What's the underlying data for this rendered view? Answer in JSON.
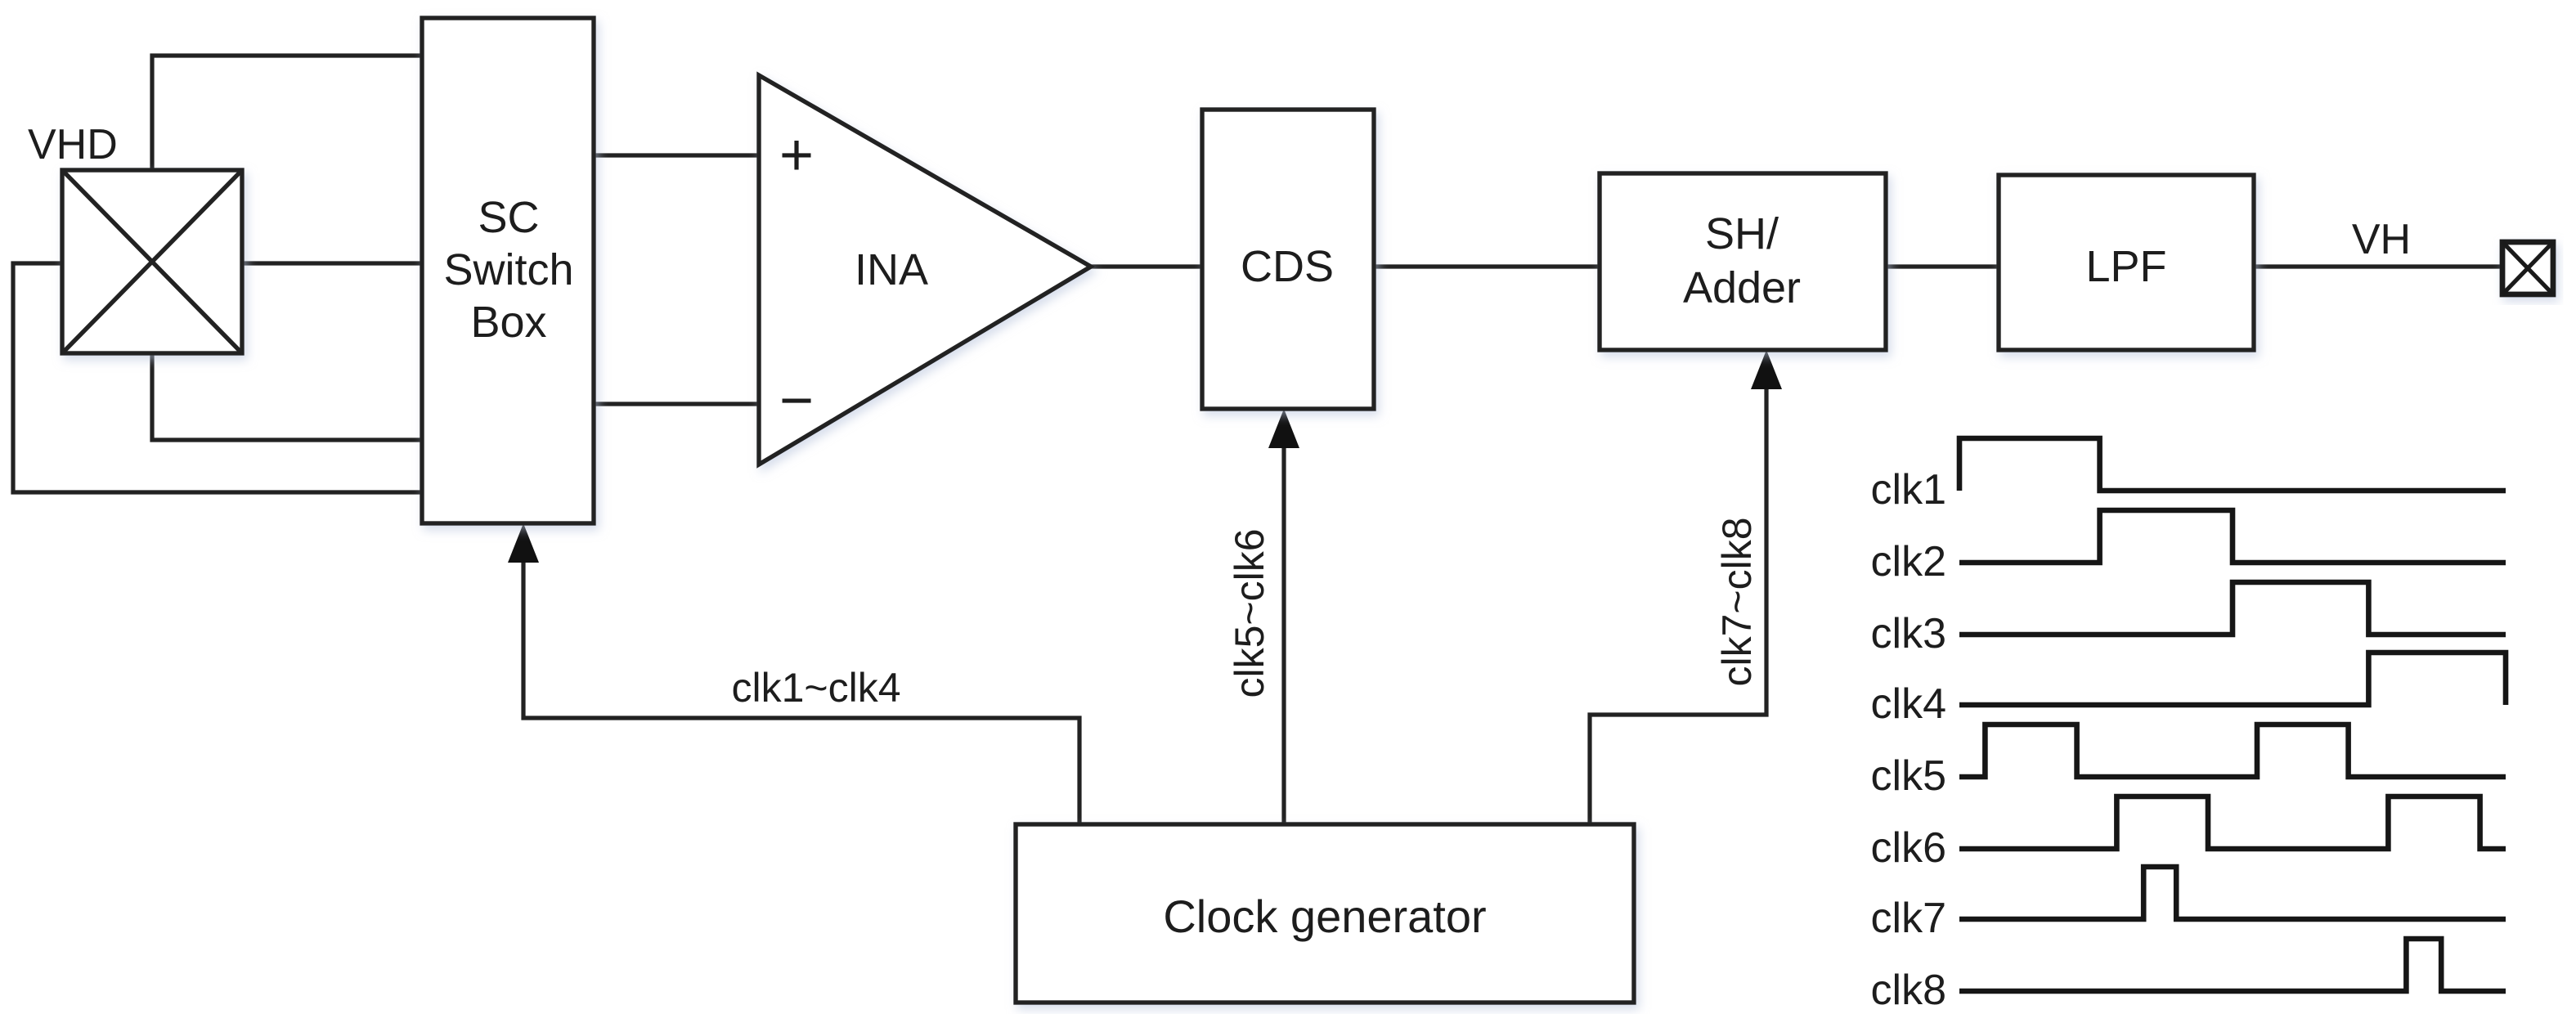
{
  "diagram": {
    "labels": {
      "vhd": "VHD",
      "vh": "VH"
    },
    "blocks": {
      "sc_switch": {
        "lines": [
          "SC",
          "Switch",
          "Box"
        ]
      },
      "ina": {
        "label": "INA",
        "plus_input": "+",
        "minus_input": "−"
      },
      "cds": {
        "label": "CDS"
      },
      "sh_adder": {
        "lines": [
          "SH/",
          "Adder"
        ]
      },
      "lpf": {
        "label": "LPF"
      },
      "clock_generator": {
        "label": "Clock generator"
      }
    },
    "clock_buses": {
      "sc_bus": "clk1~clk4",
      "cds_bus": "clk5~clk6",
      "sh_bus": "clk7~clk8"
    },
    "colors": {
      "line": "#222222",
      "box_fill": "#ffffff",
      "shadow": "#b7c3dc"
    }
  },
  "waveforms": {
    "labels": [
      "clk1",
      "clk2",
      "clk3",
      "clk4",
      "clk5",
      "clk6",
      "clk7",
      "clk8"
    ],
    "timeline": {
      "t0": 0.0,
      "t1": 1.0
    },
    "pulses": [
      [
        [
          0.0,
          0.257
        ]
      ],
      [
        [
          0.257,
          0.5
        ]
      ],
      [
        [
          0.5,
          0.749
        ]
      ],
      [
        [
          0.749,
          1.0
        ]
      ],
      [
        [
          0.047,
          0.215
        ],
        [
          0.545,
          0.712
        ]
      ],
      [
        [
          0.288,
          0.455
        ],
        [
          0.785,
          0.953
        ]
      ],
      [
        [
          0.337,
          0.397
        ]
      ],
      [
        [
          0.818,
          0.882
        ]
      ]
    ]
  }
}
